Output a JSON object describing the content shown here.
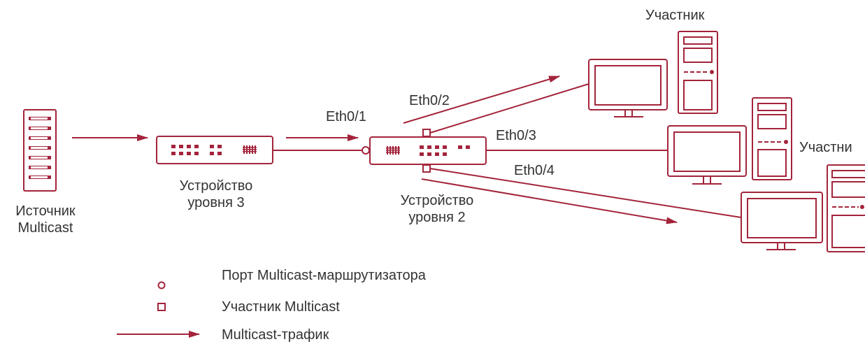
{
  "colors": {
    "accent": "#a3243b",
    "text": "#333333",
    "background": "#ffffff"
  },
  "nodes": {
    "source": {
      "line1": "Источник",
      "line2": "Multicast",
      "icon": "server-icon"
    },
    "l3_device": {
      "line1": "Устройство",
      "line2": "уровня 3",
      "icon": "switch-icon"
    },
    "l2_device": {
      "line1": "Устройство",
      "line2": "уровня 2",
      "icon": "switch-icon"
    },
    "member_top": {
      "label": "Участник",
      "icon": "computer-icon"
    },
    "member_middle": {
      "label": "Участни",
      "icon": "computer-icon"
    },
    "member_bottom": {
      "icon": "computer-icon"
    }
  },
  "ports": {
    "eth01": "Eth0/1",
    "eth02": "Eth0/2",
    "eth03": "Eth0/3",
    "eth04": "Eth0/4"
  },
  "legend": {
    "router_port": {
      "symbol": "circle-icon",
      "label": "Порт Multicast-маршрутизатора"
    },
    "member": {
      "symbol": "square-icon",
      "label": "Участник Multicast"
    },
    "traffic": {
      "symbol": "arrow-icon",
      "label": "Multicast-трафик"
    }
  }
}
